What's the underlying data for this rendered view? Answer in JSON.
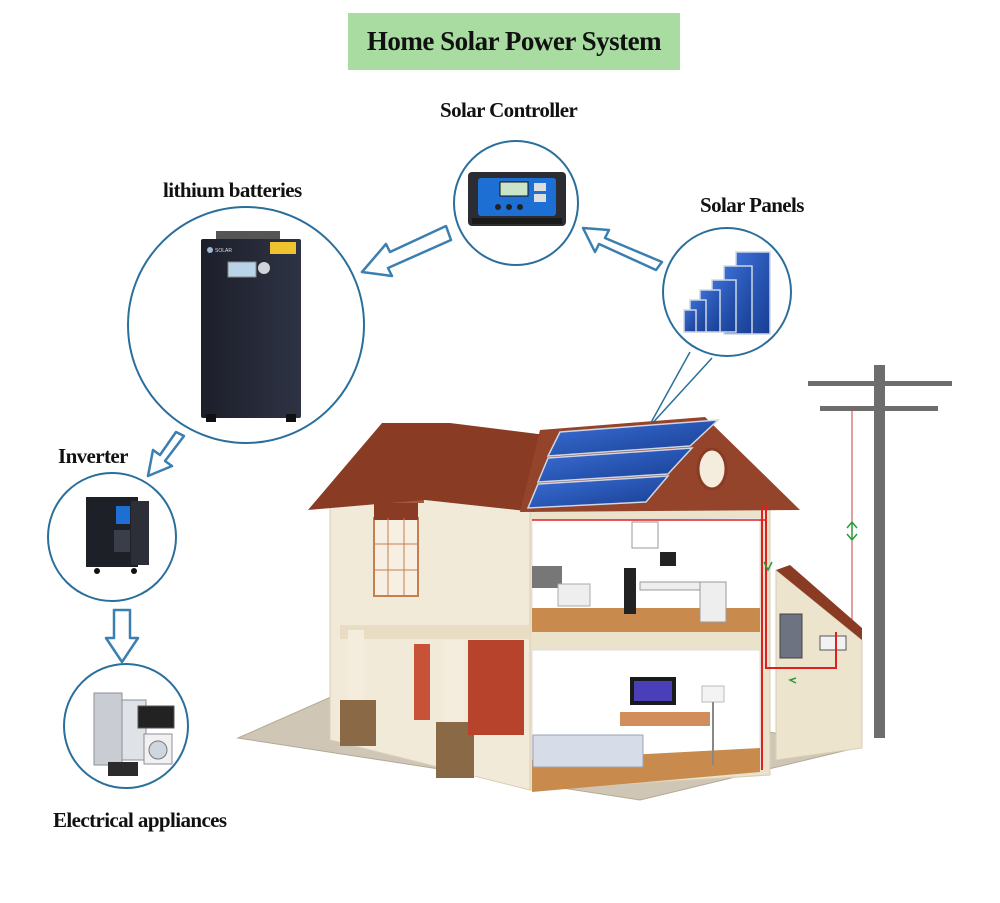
{
  "title": "Home Solar Power  System",
  "labels": {
    "controller": "Solar Controller",
    "batteries": "lithium batteries",
    "panels": "Solar Panels",
    "inverter": "Inverter",
    "appliances": "Electrical appliances"
  },
  "battery_logo": "SOLAR",
  "colors": {
    "title_bg": "#a8dca0",
    "circle_stroke": "#2a6f9c",
    "arrow_stroke": "#3a7fb0",
    "roof": "#8a3b24",
    "wall": "#f1ead8",
    "panel": "#1f4fb3",
    "wire": "#e02020"
  },
  "icons": [
    "solar-controller-icon",
    "lithium-battery-icon",
    "solar-panels-icon",
    "inverter-icon",
    "appliances-icon",
    "utility-pole-icon",
    "house-icon"
  ]
}
